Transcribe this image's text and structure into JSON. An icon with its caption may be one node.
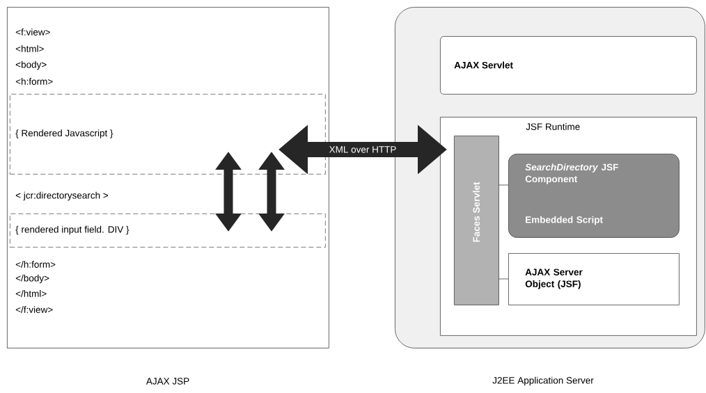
{
  "diagram": {
    "nodes": [
      {
        "text": [
          "<f:view>",
          "<html>",
          "<body>",
          "<h:form>",
          "< jcr:directorysearch >",
          "</h:form>",
          "</body>",
          "</html>",
          "</f:view>"
        ],
        "beside": [
          "AJAX JSP"
        ]
      },
      {
        "text": [
          "{ Rendered Javascript }"
        ],
        "in": 0
      },
      {
        "text": [
          "{ rendered input field. DIV }"
        ],
        "in": 0
      },
      {
        "text": [],
        "shape": "box",
        "beside": [
          "J2EE Application Server"
        ]
      },
      {
        "text": [
          "AJAX Servlet"
        ],
        "in": 3
      },
      {
        "text": [
          "JSF Runtime"
        ],
        "in": 3
      },
      {
        "text": [
          "Faces Servlet"
        ],
        "in": 5
      },
      {
        "text": [
          "*SearchDirectory* JSF Component",
          "Embedded Script"
        ],
        "in": 5
      },
      {
        "text": [
          "AJAX Server Object (JSF)"
        ],
        "in": 5
      }
    ],
    "edges": [
      {
        "from": 1,
        "to": 6,
        "arrow": "both",
        "label": "XML over HTTP"
      },
      {
        "from": 1,
        "to": 2,
        "arrow": "both"
      },
      {
        "from": 1,
        "to": 2,
        "arrow": "both"
      },
      {
        "from": 6,
        "to": 7,
        "arrow": "none"
      },
      {
        "from": 6,
        "to": 8,
        "arrow": "none"
      }
    ]
  }
}
